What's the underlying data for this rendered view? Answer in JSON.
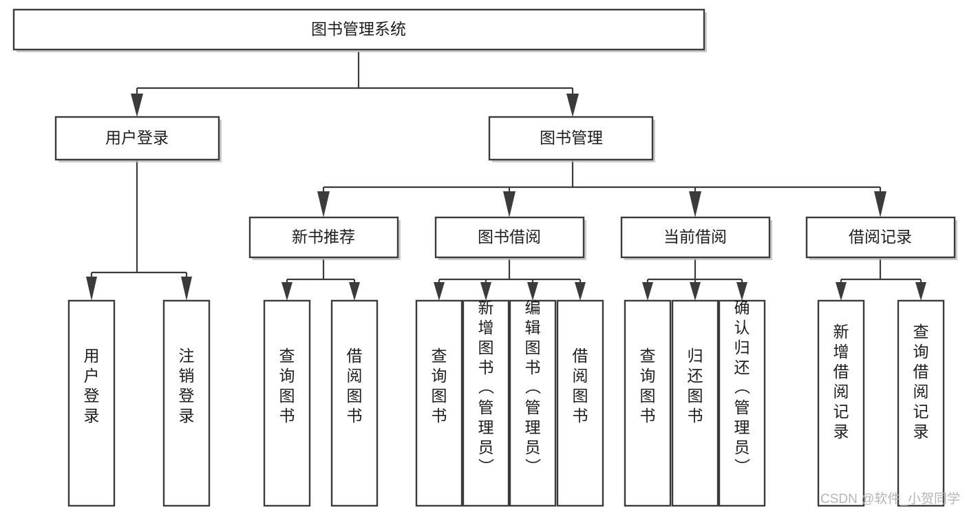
{
  "diagram": {
    "type": "tree-hierarchy-flowchart",
    "title": "图书管理系统",
    "orientation": "top-down",
    "watermark": "CSDN @软件_小贺同学",
    "levels": 4
  },
  "nodes": {
    "root": {
      "label": "图书管理系统",
      "level": 1,
      "orientation": "horizontal"
    },
    "level2": [
      {
        "label": "用户登录",
        "orientation": "horizontal"
      },
      {
        "label": "图书管理",
        "orientation": "horizontal"
      }
    ],
    "level3": [
      {
        "label": "新书推荐",
        "orientation": "horizontal"
      },
      {
        "label": "图书借阅",
        "orientation": "horizontal"
      },
      {
        "label": "当前借阅",
        "orientation": "horizontal"
      },
      {
        "label": "借阅记录",
        "orientation": "horizontal"
      }
    ],
    "leaves_user_login": [
      {
        "label": "用户登录",
        "orientation": "vertical"
      },
      {
        "label": "注销登录",
        "orientation": "vertical"
      }
    ],
    "leaves_new_book": [
      {
        "label": "查询图书",
        "orientation": "vertical"
      },
      {
        "label": "借阅图书",
        "orientation": "vertical"
      }
    ],
    "leaves_borrow_book": [
      {
        "label": "查询图书",
        "orientation": "vertical"
      },
      {
        "label": "新增图书（管理员）",
        "orientation": "vertical"
      },
      {
        "label": "编辑图书（管理员）",
        "orientation": "vertical"
      },
      {
        "label": "借阅图书",
        "orientation": "vertical"
      }
    ],
    "leaves_current_borrow": [
      {
        "label": "查询图书",
        "orientation": "vertical"
      },
      {
        "label": "归还图书",
        "orientation": "vertical"
      },
      {
        "label": "确认归还（管理员）",
        "orientation": "vertical"
      }
    ],
    "leaves_borrow_record": [
      {
        "label": "新增借阅记录",
        "orientation": "vertical"
      },
      {
        "label": "查询借阅记录",
        "orientation": "vertical"
      }
    ]
  },
  "colors": {
    "background": "#ffffff",
    "box_fill": "#ffffff",
    "box_stroke": "#3b3b3b",
    "connector": "#3b3b3b",
    "text": "#1d1d1d",
    "shadow": "#b9b9b9",
    "watermark": "#b5b5b5"
  }
}
